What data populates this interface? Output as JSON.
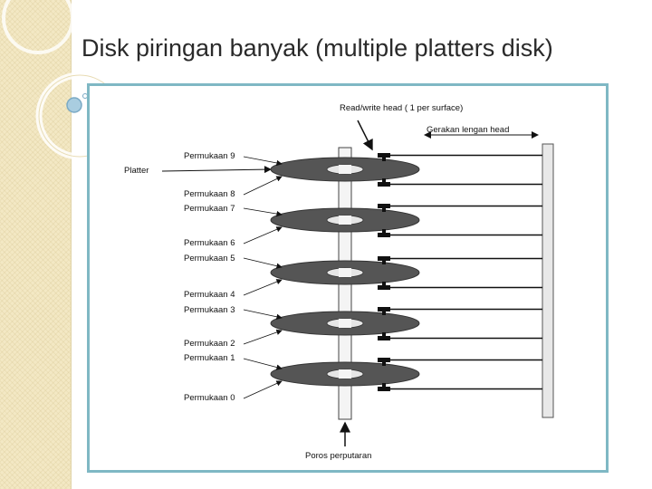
{
  "slide": {
    "title": "Disk piringan banyak (multiple platters disk)"
  },
  "diagram": {
    "labels": {
      "read_write_head": "Read/write head ( 1 per surface)",
      "arm_movement": "Gerakan lengan head",
      "platter": "Platter",
      "spindle": "Poros perputaran"
    },
    "surfaces": [
      "Permukaan 9",
      "Permukaan 8",
      "Permukaan 7",
      "Permukaan 6",
      "Permukaan 5",
      "Permukaan 4",
      "Permukaan 3",
      "Permukaan 2",
      "Permukaan 1",
      "Permukaan 0"
    ]
  },
  "colors": {
    "frame_border": "#7fb8c4",
    "platter": "#555555",
    "side_strip": "#f3e8c4"
  }
}
